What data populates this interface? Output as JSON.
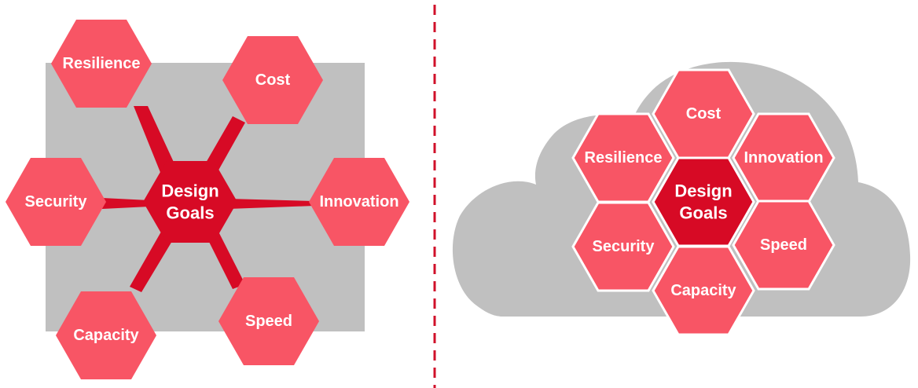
{
  "left_diagram": {
    "center": {
      "line1": "Design",
      "line2": "Goals"
    },
    "nodes": {
      "resilience": "Resilience",
      "cost": "Cost",
      "security": "Security",
      "innovation": "Innovation",
      "capacity": "Capacity",
      "speed": "Speed"
    }
  },
  "right_diagram": {
    "center": {
      "line1": "Design",
      "line2": "Goals"
    },
    "nodes": {
      "cost": "Cost",
      "resilience": "Resilience",
      "innovation": "Innovation",
      "security": "Security",
      "speed": "Speed",
      "capacity": "Capacity"
    }
  },
  "colors": {
    "hex_light": "#f85565",
    "hex_dark": "#d70a25",
    "background_shape": "#c0c0c0",
    "divider": "#d0102a"
  }
}
